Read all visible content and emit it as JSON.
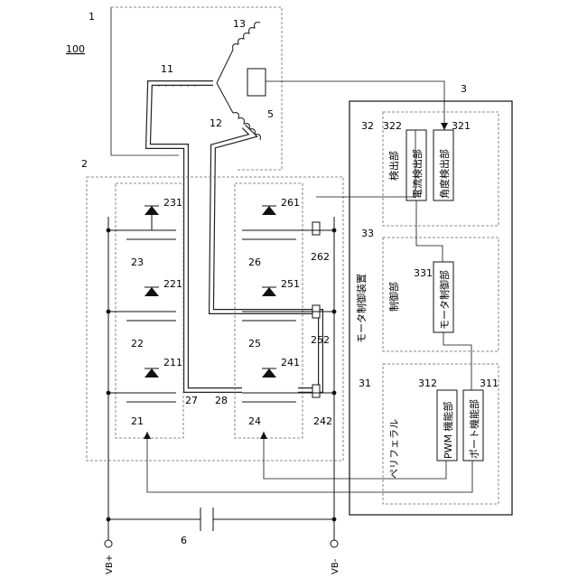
{
  "figure": {
    "ref_100": "100",
    "ref_1": "1",
    "ref_2": "2",
    "ref_3": "3",
    "ref_5": "5",
    "ref_6": "6",
    "ref_11": "11",
    "ref_12": "12",
    "ref_13": "13",
    "ref_21": "21",
    "ref_22": "22",
    "ref_23": "23",
    "ref_24": "24",
    "ref_25": "25",
    "ref_26": "26",
    "ref_27": "27",
    "ref_28": "28",
    "ref_211": "211",
    "ref_221": "221",
    "ref_231": "231",
    "ref_241": "241",
    "ref_242": "242",
    "ref_251": "251",
    "ref_252": "252",
    "ref_261": "261",
    "ref_262": "262",
    "ref_31": "31",
    "ref_311": "311",
    "ref_312": "312",
    "ref_32": "32",
    "ref_321": "321",
    "ref_322": "322",
    "ref_33": "33",
    "ref_331": "331",
    "vb_plus": "VB+",
    "vb_minus": "VB-",
    "motor_control_device": "モータ制御装置",
    "detection_unit": "検出部",
    "current_detection_unit": "電流検出部",
    "angle_detection_unit": "角度検出部",
    "control_unit": "制御部",
    "motor_control_unit": "モータ制御部",
    "peripheral": "ペリフェラル",
    "pwm_function_unit": "PWM 機能部",
    "port_function_unit": "ポート機能部"
  }
}
